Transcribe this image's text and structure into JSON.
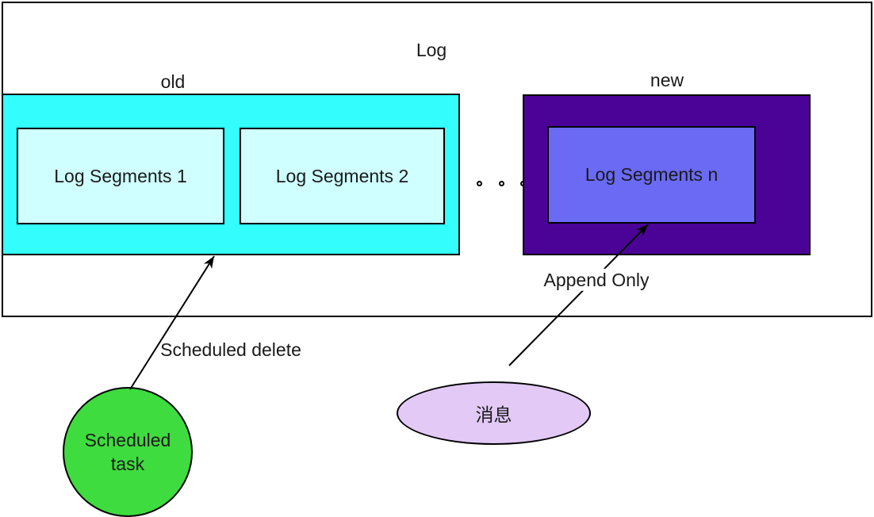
{
  "colors": {
    "background": "#FFFFFF",
    "stroke": "#000000",
    "text": "#1A1A1A",
    "old_group_fill": "#33FDFD",
    "old_segment_fill": "#CFFFFF",
    "new_group_fill": "#4B0296",
    "new_segment_fill": "#6A6AF5",
    "task_fill": "#3EDC3E",
    "message_fill": "#E2C9F6"
  },
  "diagram": {
    "log": {
      "title": "Log"
    },
    "old_group": {
      "label": "old",
      "segments": [
        "Log Segments 1",
        "Log Segments 2"
      ]
    },
    "new_group": {
      "label": "new",
      "segments": [
        "Log Segments n"
      ]
    },
    "ellipsis_dots": 3,
    "scheduled_task": {
      "line1": "Scheduled",
      "line2": "task"
    },
    "message": {
      "label": "消息"
    },
    "arrows": {
      "scheduled_delete": {
        "label": "Scheduled delete"
      },
      "append_only": {
        "label": "Append Only"
      }
    }
  }
}
